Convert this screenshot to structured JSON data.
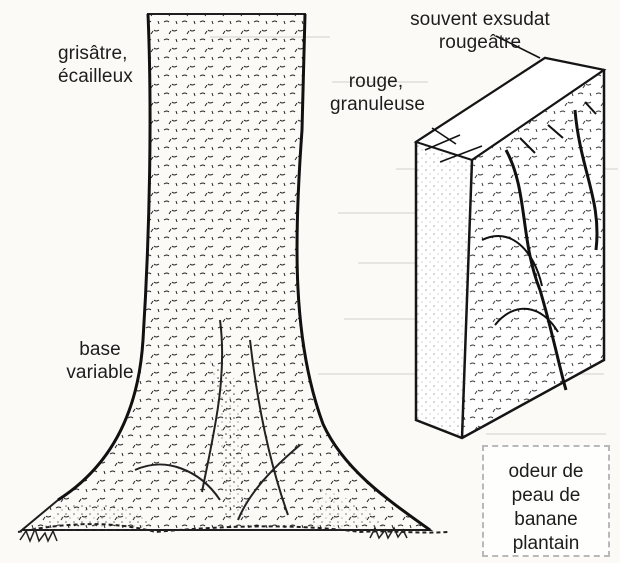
{
  "labels": {
    "bark_surface": [
      "grisâtre,",
      "écailleux"
    ],
    "exudate": [
      "souvent exsudat",
      "rougeâtre"
    ],
    "inner_bark": [
      "rouge,",
      "granuleuse"
    ],
    "base": [
      "base",
      "variable"
    ],
    "odour": [
      "odeur de",
      "peau de",
      "banane",
      "plantain"
    ]
  },
  "colors": {
    "ink": "#1d1d1d",
    "dashed_border": "#b9b9b9",
    "paper": "#fbfaf7"
  }
}
